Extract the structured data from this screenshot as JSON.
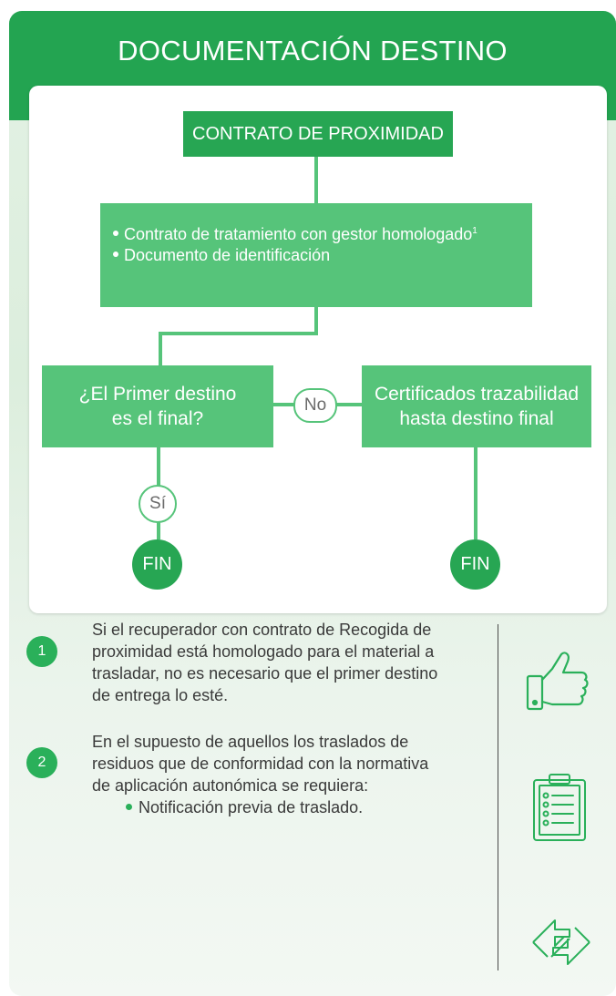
{
  "header": {
    "title": "DOCUMENTACIÓN DESTINO"
  },
  "flow": {
    "contrato": "CONTRATO DE PROXIMIDAD",
    "docs": [
      "Contrato de tratamiento con gestor homologado",
      "Documento de identificación"
    ],
    "docs_sup": "1",
    "question_line1": "¿El Primer destino",
    "question_line2": "es el final?",
    "no": "No",
    "cert_line1": "Certificados trazabilidad",
    "cert_line2": "hasta destino final",
    "si": "Sí",
    "fin": "FIN"
  },
  "notes": [
    {
      "num": "1",
      "lines": [
        "Si el recuperador con contrato de Recogida de",
        "proximidad está homologado para el material a",
        "trasladar, no es necesario que el primer destino",
        "de entrega lo esté."
      ]
    },
    {
      "num": "2",
      "lines": [
        "En el supuesto de aquellos los traslados de",
        "residuos que de conformidad con la normativa",
        "de aplicación autonómica se requiera:"
      ],
      "bullet": "Notificación previa de traslado."
    }
  ],
  "colors": {
    "dark_green": "#27a653",
    "light_green": "#56c47a",
    "background": "#e3f1e4"
  },
  "icons": [
    "thumbs-up-icon",
    "clipboard-list-icon",
    "refresh-arrows-icon"
  ]
}
